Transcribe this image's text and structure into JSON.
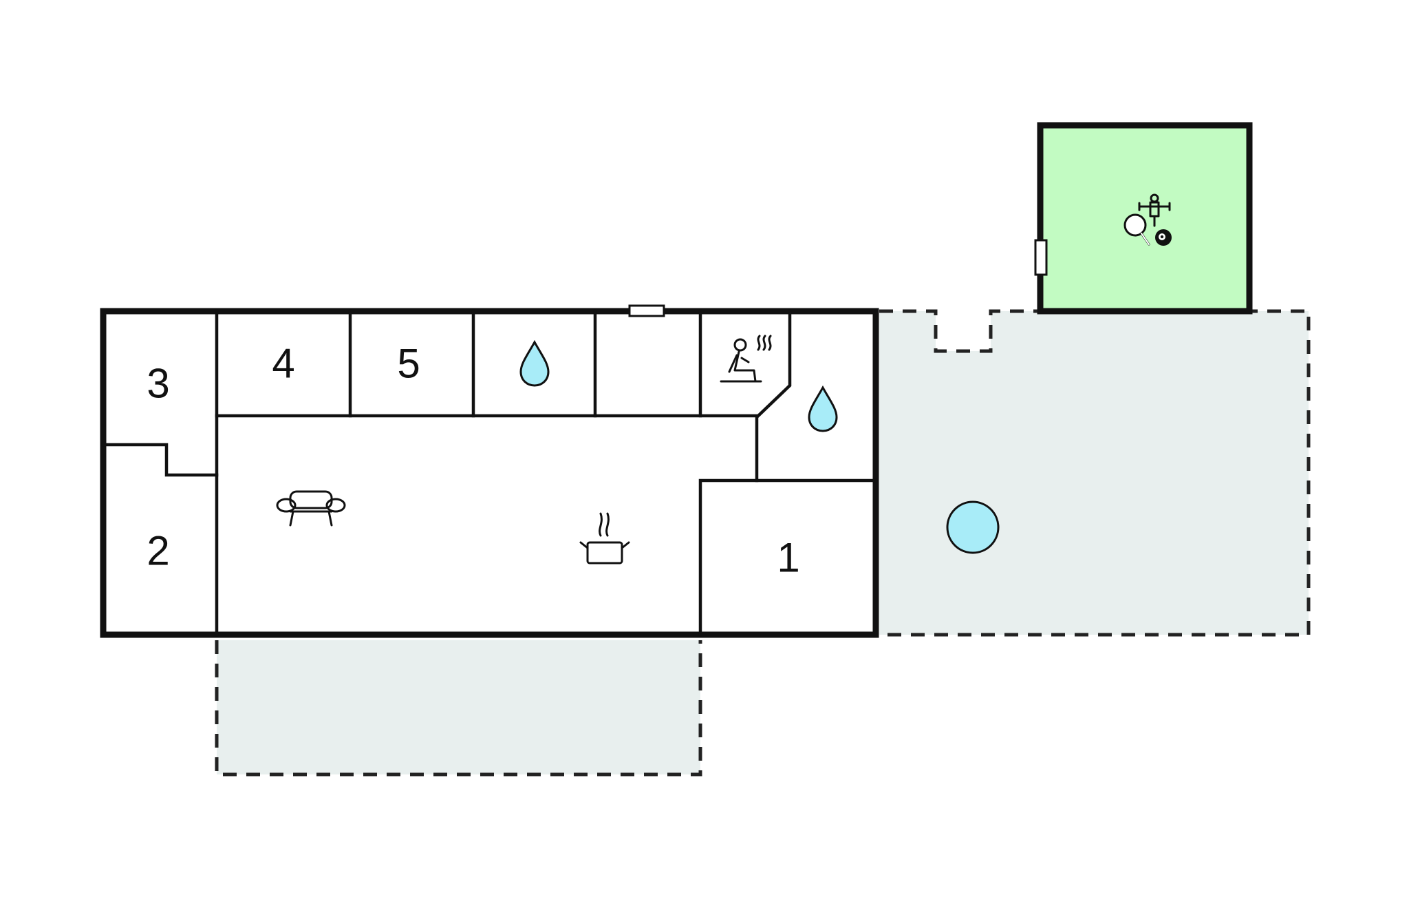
{
  "floorplan": {
    "rooms": [
      {
        "id": "room-1",
        "label": "1"
      },
      {
        "id": "room-2",
        "label": "2"
      },
      {
        "id": "room-3",
        "label": "3"
      },
      {
        "id": "room-4",
        "label": "4"
      },
      {
        "id": "room-5",
        "label": "5"
      }
    ],
    "icons": [
      "water-drop-icon",
      "sauna-icon",
      "sofa-icon",
      "cooking-pot-icon",
      "pool-icon",
      "table-tennis-icon",
      "table-football-icon",
      "billiard-ball-icon"
    ],
    "colors": {
      "wall": "#111111",
      "terrace": "#e8efee",
      "annex_fill": "#c2fbc2",
      "water": "#a8ecf8"
    }
  }
}
